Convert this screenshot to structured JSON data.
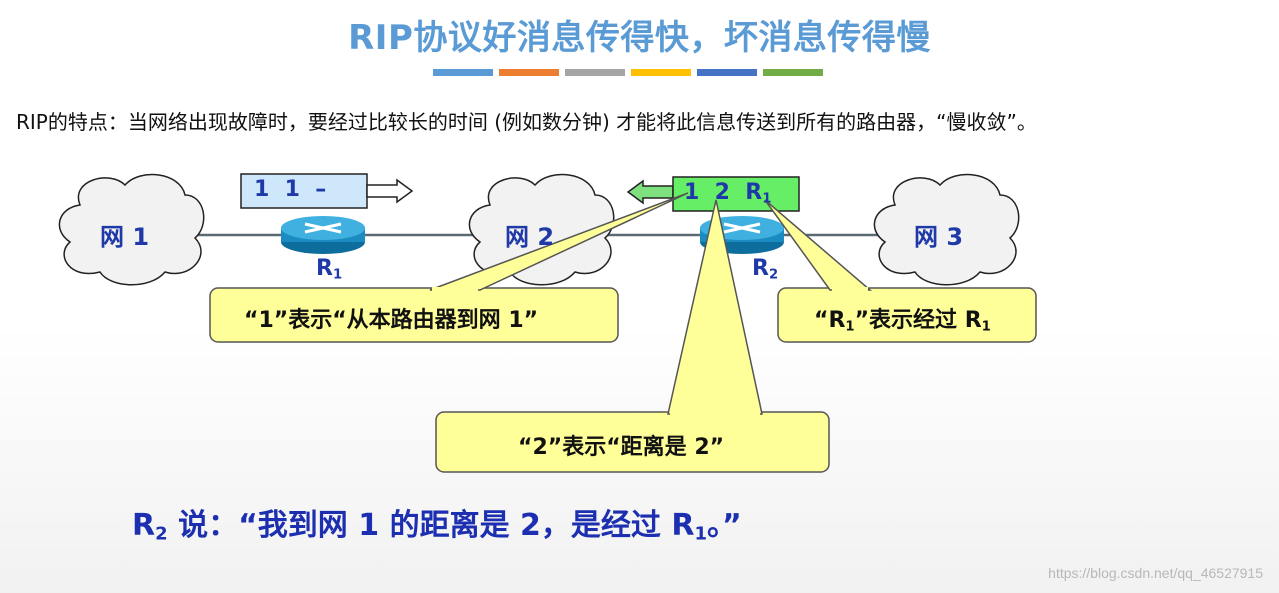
{
  "title": "RIP协议好消息传得快，坏消息传得慢",
  "title_bar_colors": [
    "#5b9bd5",
    "#ed7d31",
    "#a5a5a5",
    "#ffc000",
    "#4472c4",
    "#70ad47"
  ],
  "description": "RIP的特点：当网络出现故障时，要经过比较长的时间 (例如数分钟) 才能将此信息传送到所有的路由器，“慢收敛”。",
  "networks": [
    "网 1",
    "网 2",
    "网 3"
  ],
  "routers": [
    {
      "name": "R",
      "sub": "1"
    },
    {
      "name": "R",
      "sub": "2"
    }
  ],
  "left_message": "1  1  –",
  "right_message": {
    "prefix": "1  2  R",
    "sub": "1"
  },
  "callouts": {
    "c1": "“1”表示“从本路由器到网 1”",
    "c2": "“2”表示“距离是 2”",
    "c3_prefix": "“R",
    "c3_sub1": "1",
    "c3_mid": "”表示经过 R",
    "c3_sub2": "1"
  },
  "bottom": {
    "prefix": "R",
    "sub1": "2",
    "mid": " 说：“我到网 1 的距离是 2，是经过 R",
    "sub2": "1",
    "suffix": "。”"
  },
  "watermark": "https://blog.csdn.net/qq_46527915"
}
